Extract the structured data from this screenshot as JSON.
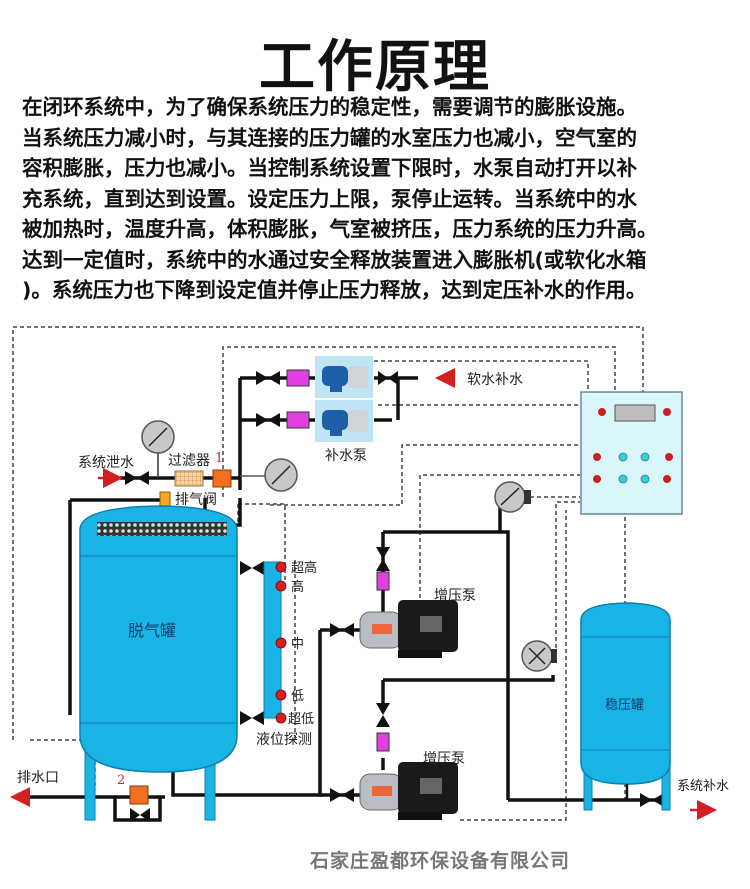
{
  "title": "工作原理",
  "description_lines": [
    "  在闭环系统中，为了确保系统压力的稳定性，需要调节的膨胀设施。",
    "当系统压力减小时，与其连接的压力罐的水室压力也减小，空气室的",
    "容积膨胀，压力也减小。当控制系统设置下限时，水泵自动打开以补",
    "充系统，直到达到设置。设定压力上限，泵停止运转。当系统中的水",
    "被加热时，温度升高，体积膨胀，气室被挤压，压力系统的压力升高。",
    "达到一定值时，系统中的水通过安全释放装置进入膨胀机(或软化水箱",
    ")。系统压力也下降到设定值并停止压力释放，达到定压补水的作用。"
  ],
  "diagram": {
    "labels": {
      "soft_water_makeup": "软水补水",
      "makeup_pump": "补水泵",
      "system_drain": "系统泄水",
      "filter": "过滤器",
      "filter_marker": "1",
      "vent_valve": "排气阀",
      "deaeration_tank": "脱气罐",
      "level_detection": "液位探测",
      "booster_pump_1": "增压泵",
      "booster_pump_2": "增压泵",
      "stabilizer_tank": "稳压罐",
      "drain_outlet": "排水口",
      "drain_marker": "2",
      "system_makeup": "系统补水"
    },
    "level_sensors": [
      "超高",
      "高",
      "中",
      "低",
      "超低"
    ],
    "colors": {
      "tank_blue": "#1ab3e6",
      "panel_bg": "#d9f6fb",
      "indicator_red": "#cc1f1f",
      "indicator_cyan": "#35d0dc",
      "flow_arrow_red": "#d02020",
      "pipe": "#111111",
      "magnet_valve": "#e040e0",
      "filter_orange": "#f07020"
    }
  },
  "footer": "石家庄盈都环保设备有限公司"
}
